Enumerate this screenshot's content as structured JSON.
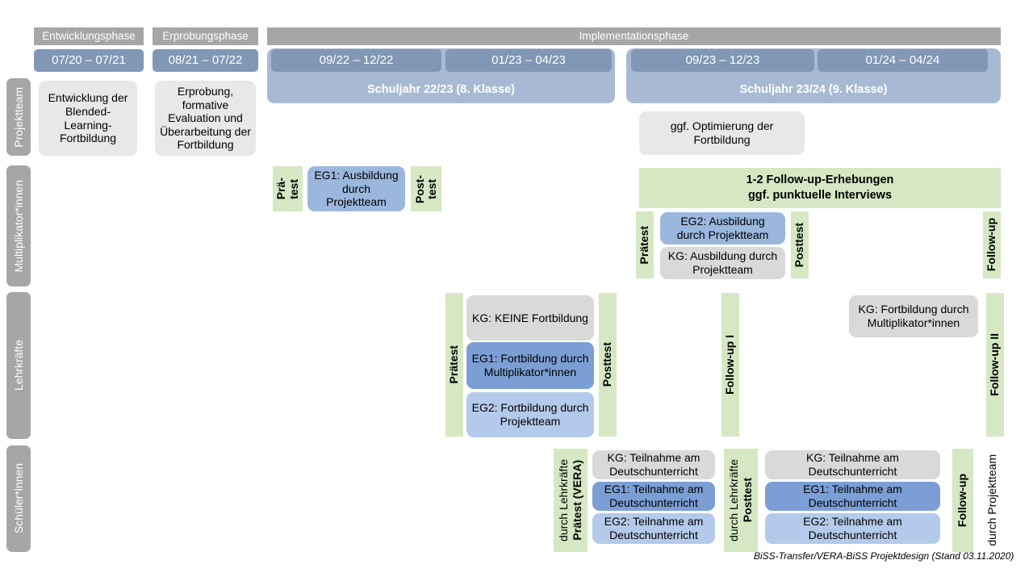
{
  "header": {
    "phases": [
      {
        "label": "Entwicklungsphase"
      },
      {
        "label": "Erprobungsphase"
      },
      {
        "label": "Implementationsphase"
      }
    ],
    "periods": [
      {
        "label": "07/20 – 07/21"
      },
      {
        "label": "08/21 – 07/22"
      },
      {
        "label": "09/22 – 12/22"
      },
      {
        "label": "01/23 – 04/23"
      },
      {
        "label": "09/23 – 12/23"
      },
      {
        "label": "01/24 – 04/24"
      }
    ],
    "school_years": [
      {
        "label": "Schuljahr 22/23 (8. Klasse)"
      },
      {
        "label": "Schuljahr 23/24 (9. Klasse)"
      }
    ]
  },
  "actors": [
    {
      "label": "Projektteam"
    },
    {
      "label": "Multiplikator*innen"
    },
    {
      "label": "Lehrkräfte"
    },
    {
      "label": "Schüler*innen"
    }
  ],
  "projektteam_row": {
    "cards": [
      {
        "label": "Entwicklung der Blended-Learning-Fortbildung"
      },
      {
        "label": "Erprobung, formative Evaluation und Überarbeitung der Fortbildung"
      },
      {
        "label": "ggf. Optimierung der Fortbildung"
      }
    ]
  },
  "multiplikator_row": {
    "pretest_left": {
      "line1": "Prä-",
      "line2": "test"
    },
    "posttest_left": {
      "line1": "Post-",
      "line2": "test"
    },
    "card_eg1": {
      "label": "EG1: Ausbildung durch Projektteam"
    },
    "followup_banner": {
      "line1": "1-2 Follow-up-Erhebungen",
      "line2": "ggf. punktuelle Interviews"
    },
    "pretest_right": {
      "label": "Prätest"
    },
    "posttest_right": {
      "label": "Posttest"
    },
    "followup_right": {
      "label": "Follow-up"
    },
    "card_eg2": {
      "label": "EG2: Ausbildung durch Projektteam"
    },
    "card_kg": {
      "label": "KG: Ausbildung durch Projektteam"
    }
  },
  "lehrkraefte_row": {
    "pretest": {
      "label": "Prätest"
    },
    "posttest": {
      "label": "Posttest"
    },
    "followup_1": {
      "label": "Follow-up I"
    },
    "followup_2": {
      "label": "Follow-up II"
    },
    "card_kg": {
      "label": "KG:  KEINE Fortbildung"
    },
    "card_eg1": {
      "label": "EG1: Fortbildung durch Multiplikator*innen"
    },
    "card_eg2": {
      "label": "EG2: Fortbildung durch Projektteam"
    },
    "card_kg_right": {
      "label": "KG: Fortbildung durch Multiplikator*innen"
    }
  },
  "schueler_row": {
    "pretest": {
      "main": "Prätest (VERA)",
      "sub": "durch Lehrkräfte"
    },
    "posttest": {
      "main": "Posttest",
      "sub": "durch Lehrkräfte"
    },
    "followup": {
      "main": "Follow-up",
      "sub": "durch Projektteam"
    },
    "left_cards": [
      {
        "label": "KG: Teilnahme am Deutschunterricht",
        "style": "grey-dk"
      },
      {
        "label": "EG1: Teilnahme am Deutschunterricht",
        "style": "blue-dk"
      },
      {
        "label": "EG2: Teilnahme am Deutschunterricht",
        "style": "blue-lt"
      }
    ],
    "right_cards": [
      {
        "label": "KG: Teilnahme am Deutschunterricht",
        "style": "grey-dk"
      },
      {
        "label": "EG1: Teilnahme am Deutschunterricht",
        "style": "blue-dk"
      },
      {
        "label": "EG2: Teilnahme am Deutschunterricht",
        "style": "blue-lt"
      }
    ]
  },
  "footer": {
    "note": "BiSS-Transfer/VERA-BiSS Projektdesign (Stand 03.11.2020)"
  },
  "colors": {
    "phase_grey": "#a6a6a6",
    "period_blue": "#8097b5",
    "schoolyear_blue": "#a8bad3",
    "green": "#d5e8c3",
    "card_grey": "#e8e8e8",
    "card_grey_dark": "#d9d9d9",
    "blue_dark": "#7b9fd4",
    "blue_mid": "#9bb7de",
    "blue_light": "#b4caea"
  }
}
